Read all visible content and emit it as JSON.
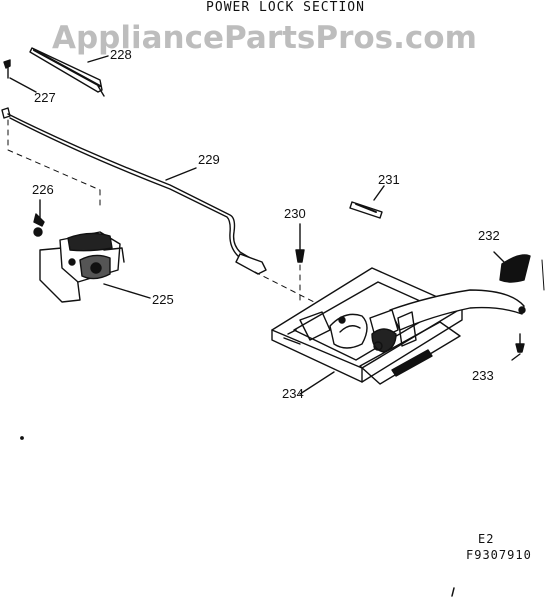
{
  "title": "POWER LOCK SECTION",
  "watermark": "AppliancePartsPros.com",
  "parts": {
    "p225": "225",
    "p226": "226",
    "p227": "227",
    "p228": "228",
    "p229": "229",
    "p230": "230",
    "p231": "231",
    "p232": "232",
    "p233": "233",
    "p234": "234"
  },
  "footer": {
    "line1": "E2",
    "line2": "F9307910"
  }
}
